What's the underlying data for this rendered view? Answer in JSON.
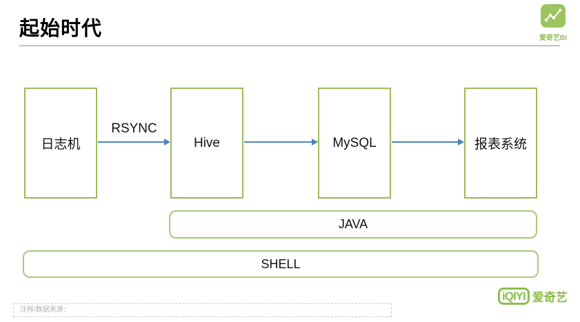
{
  "slide": {
    "title": "起始时代",
    "brand_top": {
      "label": "爱奇艺BI",
      "icon": "line-chart-icon",
      "icon_bg_color": "#9DC45F",
      "label_color": "#8FBE56"
    },
    "flow": {
      "nodes": [
        {
          "label": "日志机"
        },
        {
          "label": "Hive"
        },
        {
          "label": "MySQL"
        },
        {
          "label": "报表系统"
        }
      ],
      "arrows": [
        {
          "from": "日志机",
          "to": "Hive",
          "label": "RSYNC"
        },
        {
          "from": "Hive",
          "to": "MySQL",
          "label": ""
        },
        {
          "from": "MySQL",
          "to": "报表系统",
          "label": ""
        }
      ]
    },
    "layers": [
      {
        "label": "JAVA"
      },
      {
        "label": "SHELL"
      }
    ],
    "footnote": "注释/数据来源：",
    "brand_bottom": {
      "logo_text": "iQIYI",
      "name": "爱奇艺",
      "color": "#8BBD4E"
    },
    "colors": {
      "node_border": "#9BBB59",
      "layer_border": "#A6C97C",
      "arrow": "#5081BD",
      "title_rule": "#8C8C8C",
      "footnote_text": "#B3B3B3"
    }
  }
}
